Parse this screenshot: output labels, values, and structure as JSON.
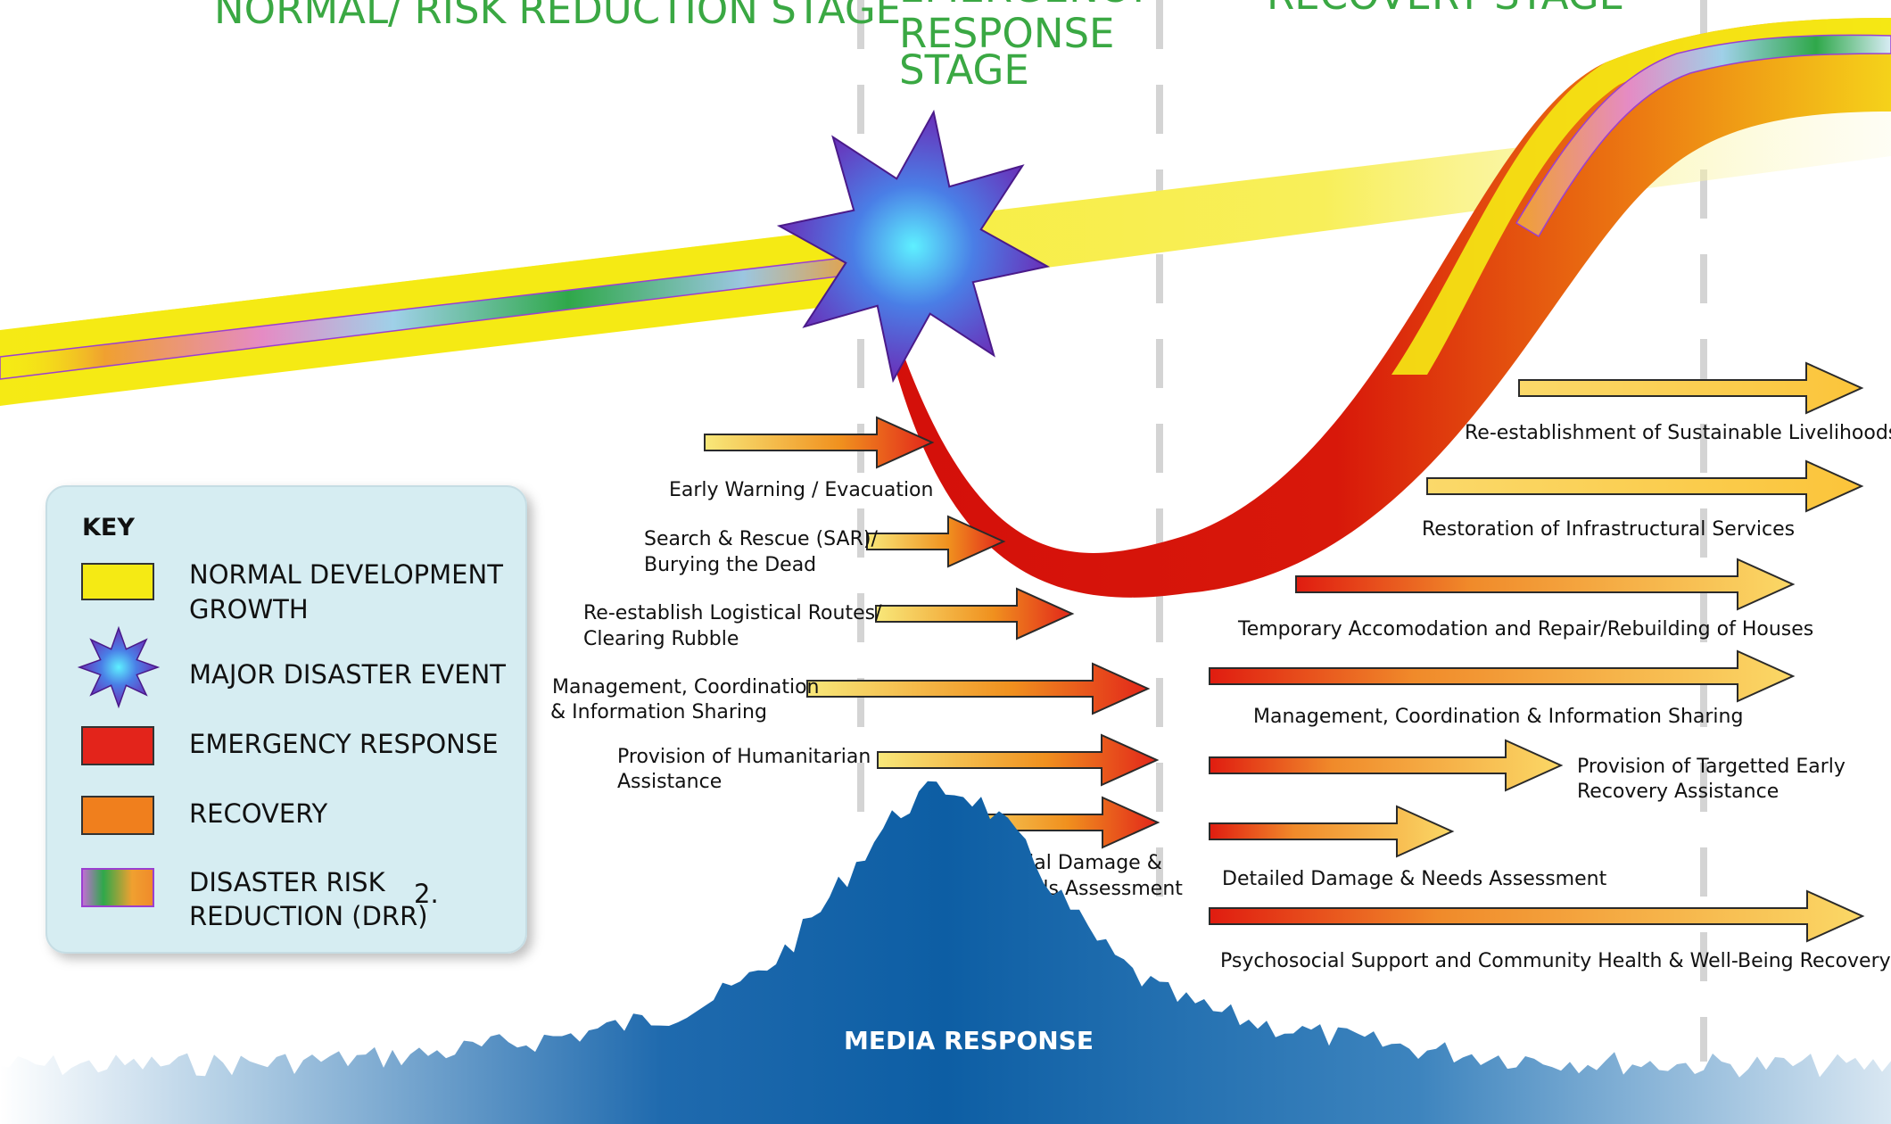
{
  "stages": {
    "normal": "NORMAL/ RISK REDUCTION STAGE",
    "emergency": [
      "EMERGENCY",
      "RESPONSE",
      "STAGE"
    ],
    "recovery": "RECOVERY STAGE"
  },
  "emergency_actions": [
    {
      "lines": [
        "Early Warning / Evacuation"
      ]
    },
    {
      "lines": [
        "Search & Rescue (SAR)/",
        "Burying the Dead"
      ]
    },
    {
      "lines": [
        "Re-establish Logistical Routes/",
        "Clearing Rubble"
      ]
    },
    {
      "lines": [
        "Management, Coordination",
        "& Information Sharing"
      ]
    },
    {
      "lines": [
        "Provision of Humanitarian",
        "Assistance"
      ]
    },
    {
      "lines": [
        "Initial Damage &",
        "Needs Assessment"
      ]
    }
  ],
  "recovery_actions": [
    {
      "lines": [
        "Re-establishment of Sustainable Livelihoods"
      ]
    },
    {
      "lines": [
        "Restoration of Infrastructural Services"
      ]
    },
    {
      "lines": [
        "Temporary Accomodation and Repair/Rebuilding of Houses"
      ]
    },
    {
      "lines": [
        "Management, Coordination & Information Sharing"
      ]
    },
    {
      "lines": [
        "Provision of Targetted Early",
        "Recovery Assistance"
      ]
    },
    {
      "lines": [
        "Detailed Damage &  Needs Assessment"
      ]
    },
    {
      "lines": [
        "Psychosocial Support and Community Health & Well-Being Recovery"
      ]
    }
  ],
  "media_label": "MEDIA RESPONSE",
  "key": {
    "title": "KEY",
    "items": [
      {
        "lines": [
          "NORMAL DEVELOPMENT",
          "GROWTH"
        ],
        "color": "#f5ea14",
        "icon": "yellow-swatch"
      },
      {
        "lines": [
          "MAJOR DISASTER EVENT"
        ],
        "color": "#6a2fb8",
        "icon": "star-icon"
      },
      {
        "lines": [
          "EMERGENCY RESPONSE"
        ],
        "color": "#e3241b",
        "icon": "red-swatch"
      },
      {
        "lines": [
          "RECOVERY"
        ],
        "color": "#f07f1d",
        "icon": "orange-swatch"
      },
      {
        "lines": [
          "DISASTER RISK",
          "REDUCTION (DRR)"
        ],
        "color": "#9b6fd0",
        "icon": "drr-gradient-swatch",
        "note": "2."
      }
    ]
  },
  "colors": {
    "stage_title": "#3aa843",
    "growth": "#f5ea14",
    "emergency": "#d8100a",
    "media": "#0d5ea4",
    "key_panel": "#d6edf2"
  }
}
